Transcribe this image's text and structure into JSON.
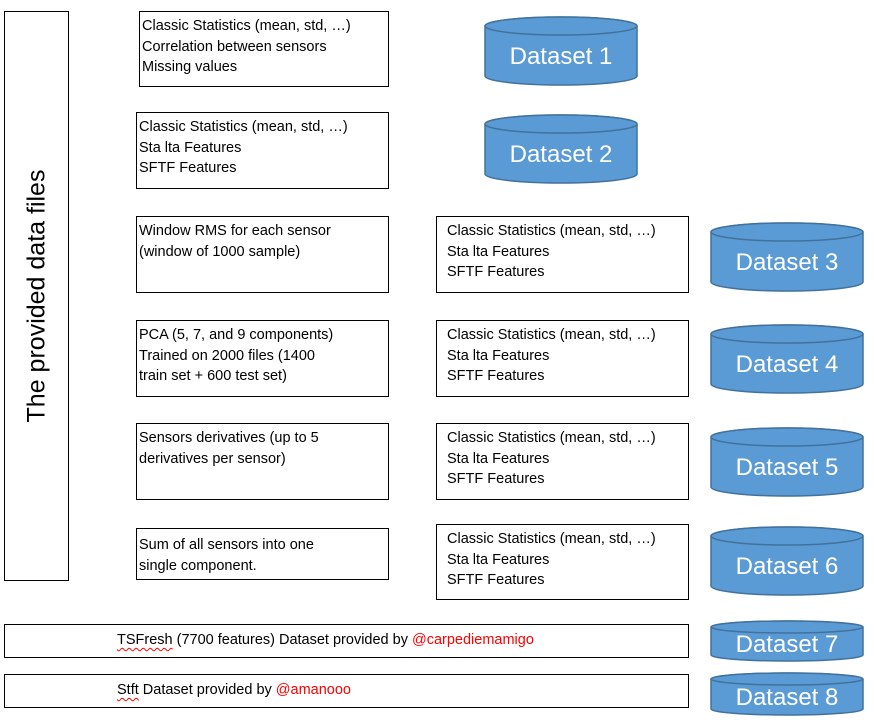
{
  "side_label": "The provided data files",
  "colors": {
    "cylinder_fill": "#5b9bd5",
    "cylinder_stroke": "#41719c",
    "credit": "#ff0000"
  },
  "rows": [
    {
      "pre": [
        "Classic Statistics (mean, std, …)",
        "Correlation between sensors",
        "Missing values"
      ],
      "dataset": "Dataset 1"
    },
    {
      "pre": [
        "Classic Statistics (mean, std, …)",
        "Sta lta Features",
        "SFTF Features"
      ],
      "dataset": "Dataset 2"
    },
    {
      "pre": [
        "Window RMS for each sensor",
        "(window of 1000 sample)"
      ],
      "features": [
        "Classic Statistics (mean, std, …)",
        "Sta lta Features",
        "SFTF Features"
      ],
      "dataset": "Dataset 3"
    },
    {
      "pre": [
        "PCA (5, 7, and 9 components)",
        "Trained on 2000 files (1400",
        "train set + 600 test set)"
      ],
      "features": [
        "Classic Statistics (mean, std, …)",
        "Sta lta Features",
        "SFTF Features"
      ],
      "dataset": "Dataset 4"
    },
    {
      "pre": [
        "Sensors derivatives (up to 5",
        "derivatives per sensor)"
      ],
      "features": [
        "Classic Statistics (mean, std, …)",
        "Sta lta Features",
        "SFTF Features"
      ],
      "dataset": "Dataset 5"
    },
    {
      "pre": [
        "Sum of all sensors into one",
        "single component."
      ],
      "features": [
        "Classic Statistics (mean, std, …)",
        "Sta lta Features",
        "SFTF Features"
      ],
      "dataset": "Dataset 6"
    }
  ],
  "external": [
    {
      "name": "TSFresh",
      "desc": " (7700 features) Dataset provided by ",
      "credit": "@carpediemamigo",
      "dataset": "Dataset 7"
    },
    {
      "name": "Stft",
      "desc": " Dataset provided by ",
      "credit": "@amanooo",
      "dataset": "Dataset 8"
    }
  ]
}
